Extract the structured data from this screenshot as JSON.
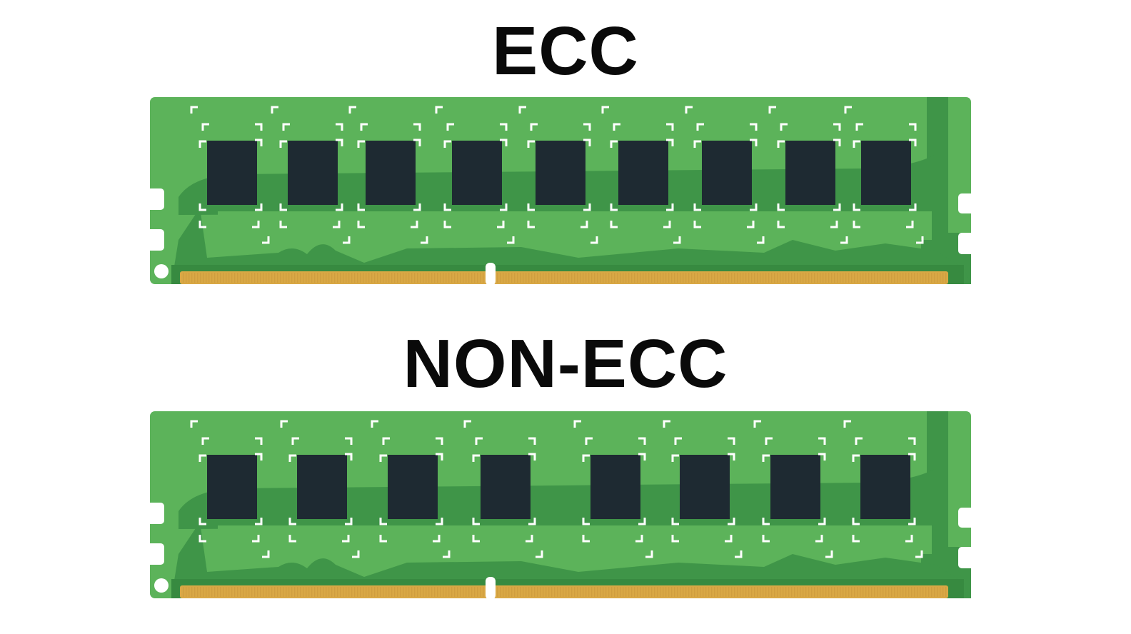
{
  "titles": {
    "ecc": "ECC",
    "non_ecc": "NON-ECC"
  },
  "colors": {
    "pcb_light": "#5cb35a",
    "pcb_dark": "#3f9548",
    "pcb_darker": "#378a40",
    "chip": "#1e2a32",
    "gold": "#d9a845",
    "gold_stripe": "#c8963a",
    "mark": "#ffffff",
    "title": "#0a0a0a"
  },
  "modules": [
    {
      "name": "ECC",
      "chip_count": 9,
      "chips_x": [
        80,
        193,
        302,
        423,
        540,
        656,
        773,
        890,
        996
      ]
    },
    {
      "name": "NON-ECC",
      "chip_count": 8,
      "chips_x": [
        80,
        206,
        333,
        463,
        617,
        742,
        869,
        995
      ]
    }
  ]
}
